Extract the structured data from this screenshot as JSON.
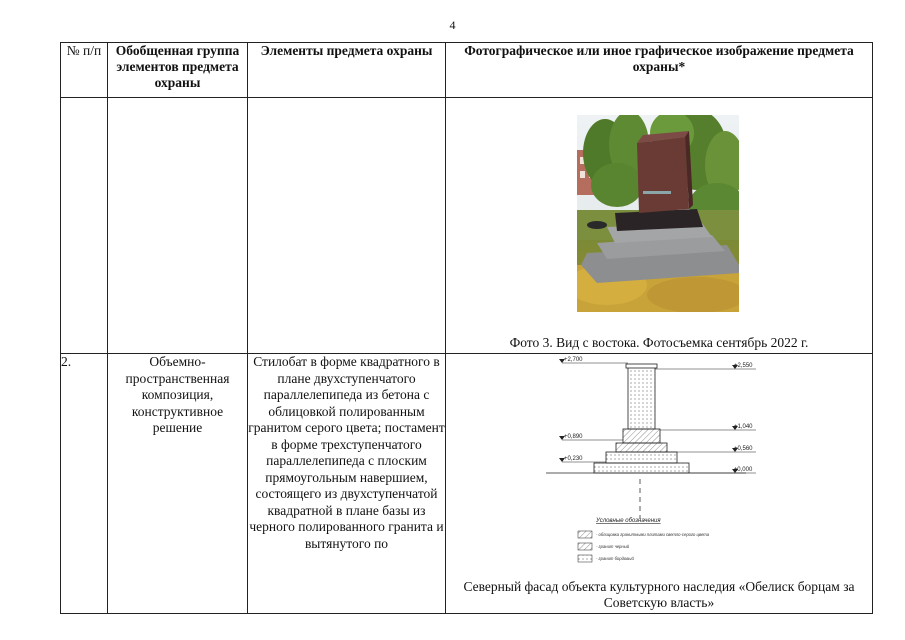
{
  "page_number": "4",
  "table": {
    "headers": [
      "№ п/п",
      "Обобщенная группа элементов предмета охраны",
      "Элементы предмета охраны",
      "Фотографическое или иное графическое изображение предмета охраны*"
    ],
    "row1": {
      "photo_caption": "Фото 3. Вид с востока. Фотосъемка сентябрь 2022 г."
    },
    "row2": {
      "number": "2.",
      "group": "Объемно-пространственная композиция, конструктивное решение",
      "elements": "Стилобат в форме квадратного в плане двухступенчатого параллелепипеда из бетона с облицовкой полированным гранитом серого цвета; постамент в форме трехступенчатого параллелепипеда с плоским прямоугольным навершием, состоящего из двухступенчатой квадратной в плане базы из черного полированного гранита и вытянутого по",
      "drawing": {
        "levels": [
          "+2,700",
          "+2,550",
          "+1,040",
          "+0,890",
          "+0,560",
          "+0,230",
          "±0,000"
        ],
        "legend_title": "Условные обозначения",
        "legend": [
          "- облицовка гранитными плитами светло-серого цвета",
          "- гранит черный",
          "- гранит бордовый"
        ]
      },
      "drawing_caption": "Северный фасад объекта культурного наследия «Обелиск борцам за Советскую власть»"
    }
  }
}
